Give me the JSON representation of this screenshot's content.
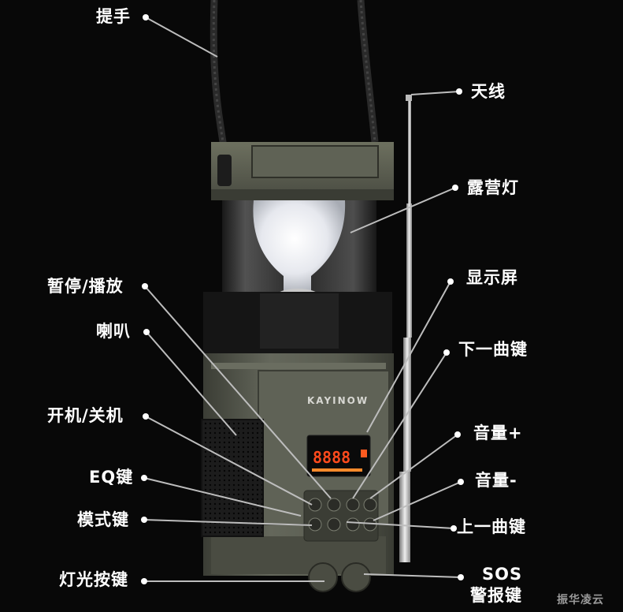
{
  "brand": "KAYINOW",
  "display_digits": "8888",
  "watermark": "振华凌云",
  "labels": {
    "handle": "提手",
    "antenna": "天线",
    "camp_light": "露营灯",
    "display": "显示屏",
    "next_track": "下一曲键",
    "volume_up": "音量+",
    "volume_down": "音量-",
    "prev_track": "上一曲键",
    "sos_line1": "SOS",
    "sos_line2": "警报键",
    "pause_play": "暂停/播放",
    "speaker": "喇叭",
    "power": "开机/关机",
    "eq": "EQ键",
    "mode": "模式键",
    "light_button": "灯光按键"
  },
  "colors": {
    "body": "#5b5e52",
    "body_dark": "#3e4038",
    "display": "#ff5a1f",
    "background": "#080808"
  }
}
